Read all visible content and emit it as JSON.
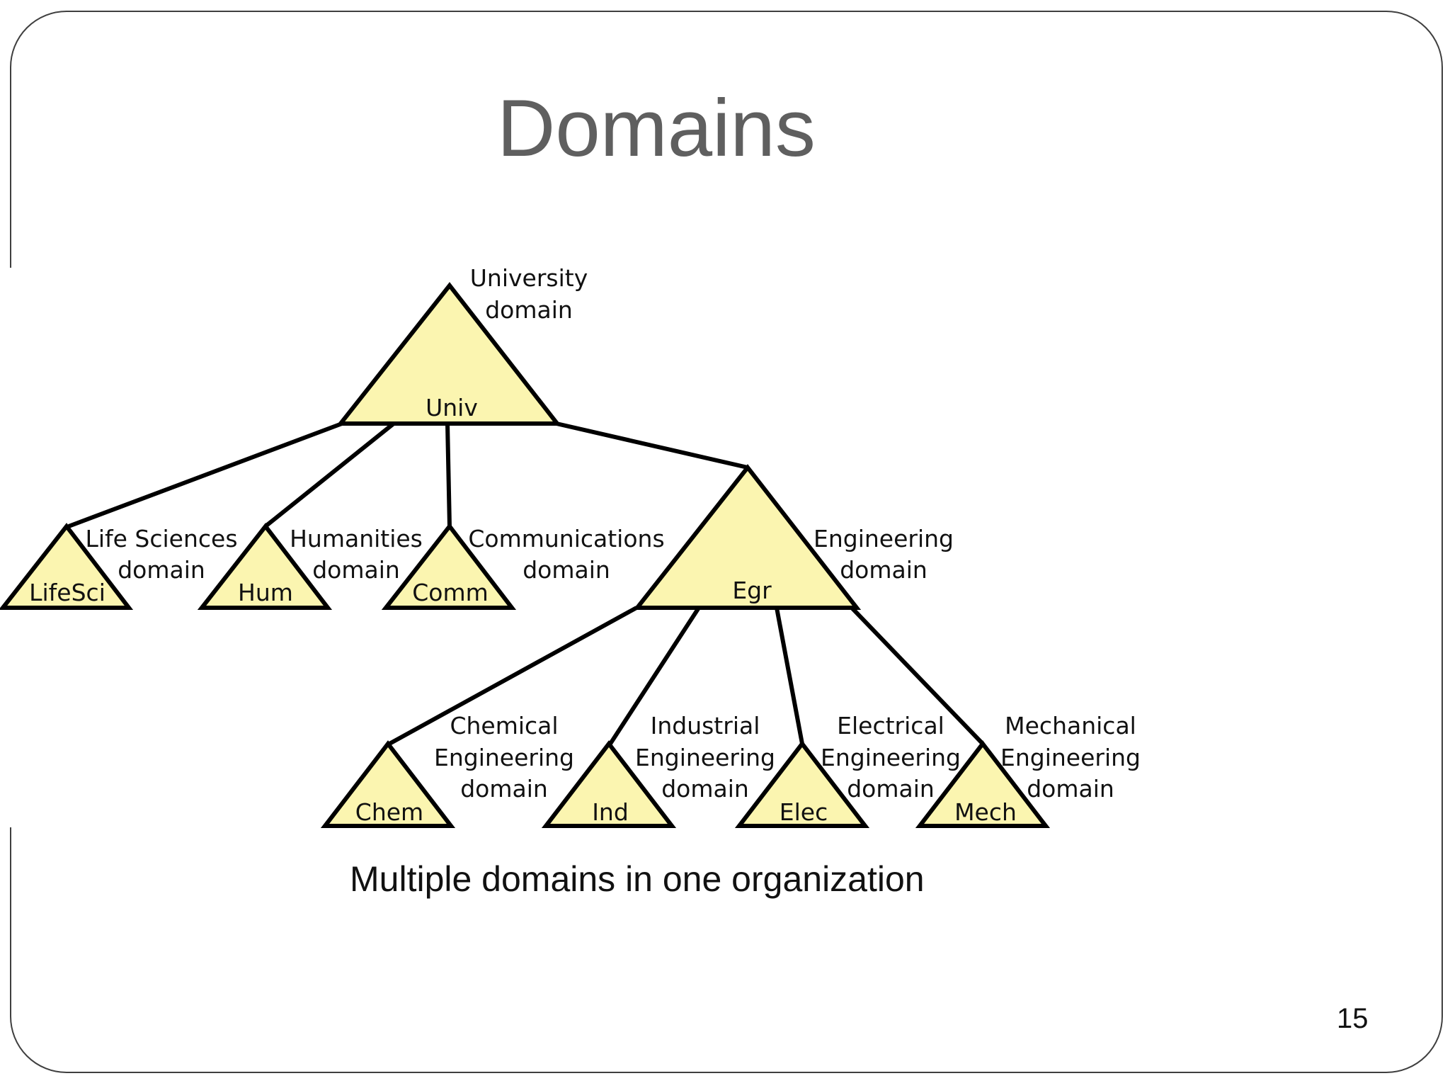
{
  "slide": {
    "title": "Domains",
    "caption": "Multiple domains in one organization",
    "page_number": "15"
  },
  "diagram": {
    "root": {
      "label": "Univ",
      "description": [
        "University",
        "domain"
      ]
    },
    "level1": [
      {
        "label": "LifeSci",
        "description": [
          "Life Sciences",
          "domain"
        ]
      },
      {
        "label": "Hum",
        "description": [
          "Humanities",
          "domain"
        ]
      },
      {
        "label": "Comm",
        "description": [
          "Communications",
          "domain"
        ]
      },
      {
        "label": "Egr",
        "description": [
          "Engineering",
          "domain"
        ]
      }
    ],
    "level2": [
      {
        "label": "Chem",
        "description": [
          "Chemical",
          "Engineering",
          "domain"
        ]
      },
      {
        "label": "Ind",
        "description": [
          "Industrial",
          "Engineering",
          "domain"
        ]
      },
      {
        "label": "Elec",
        "description": [
          "Electrical",
          "Engineering",
          "domain"
        ]
      },
      {
        "label": "Mech",
        "description": [
          "Mechanical",
          "Engineering",
          "domain"
        ]
      }
    ],
    "colors": {
      "triangle_fill": "#fbf5b0",
      "stroke": "#000000"
    }
  }
}
